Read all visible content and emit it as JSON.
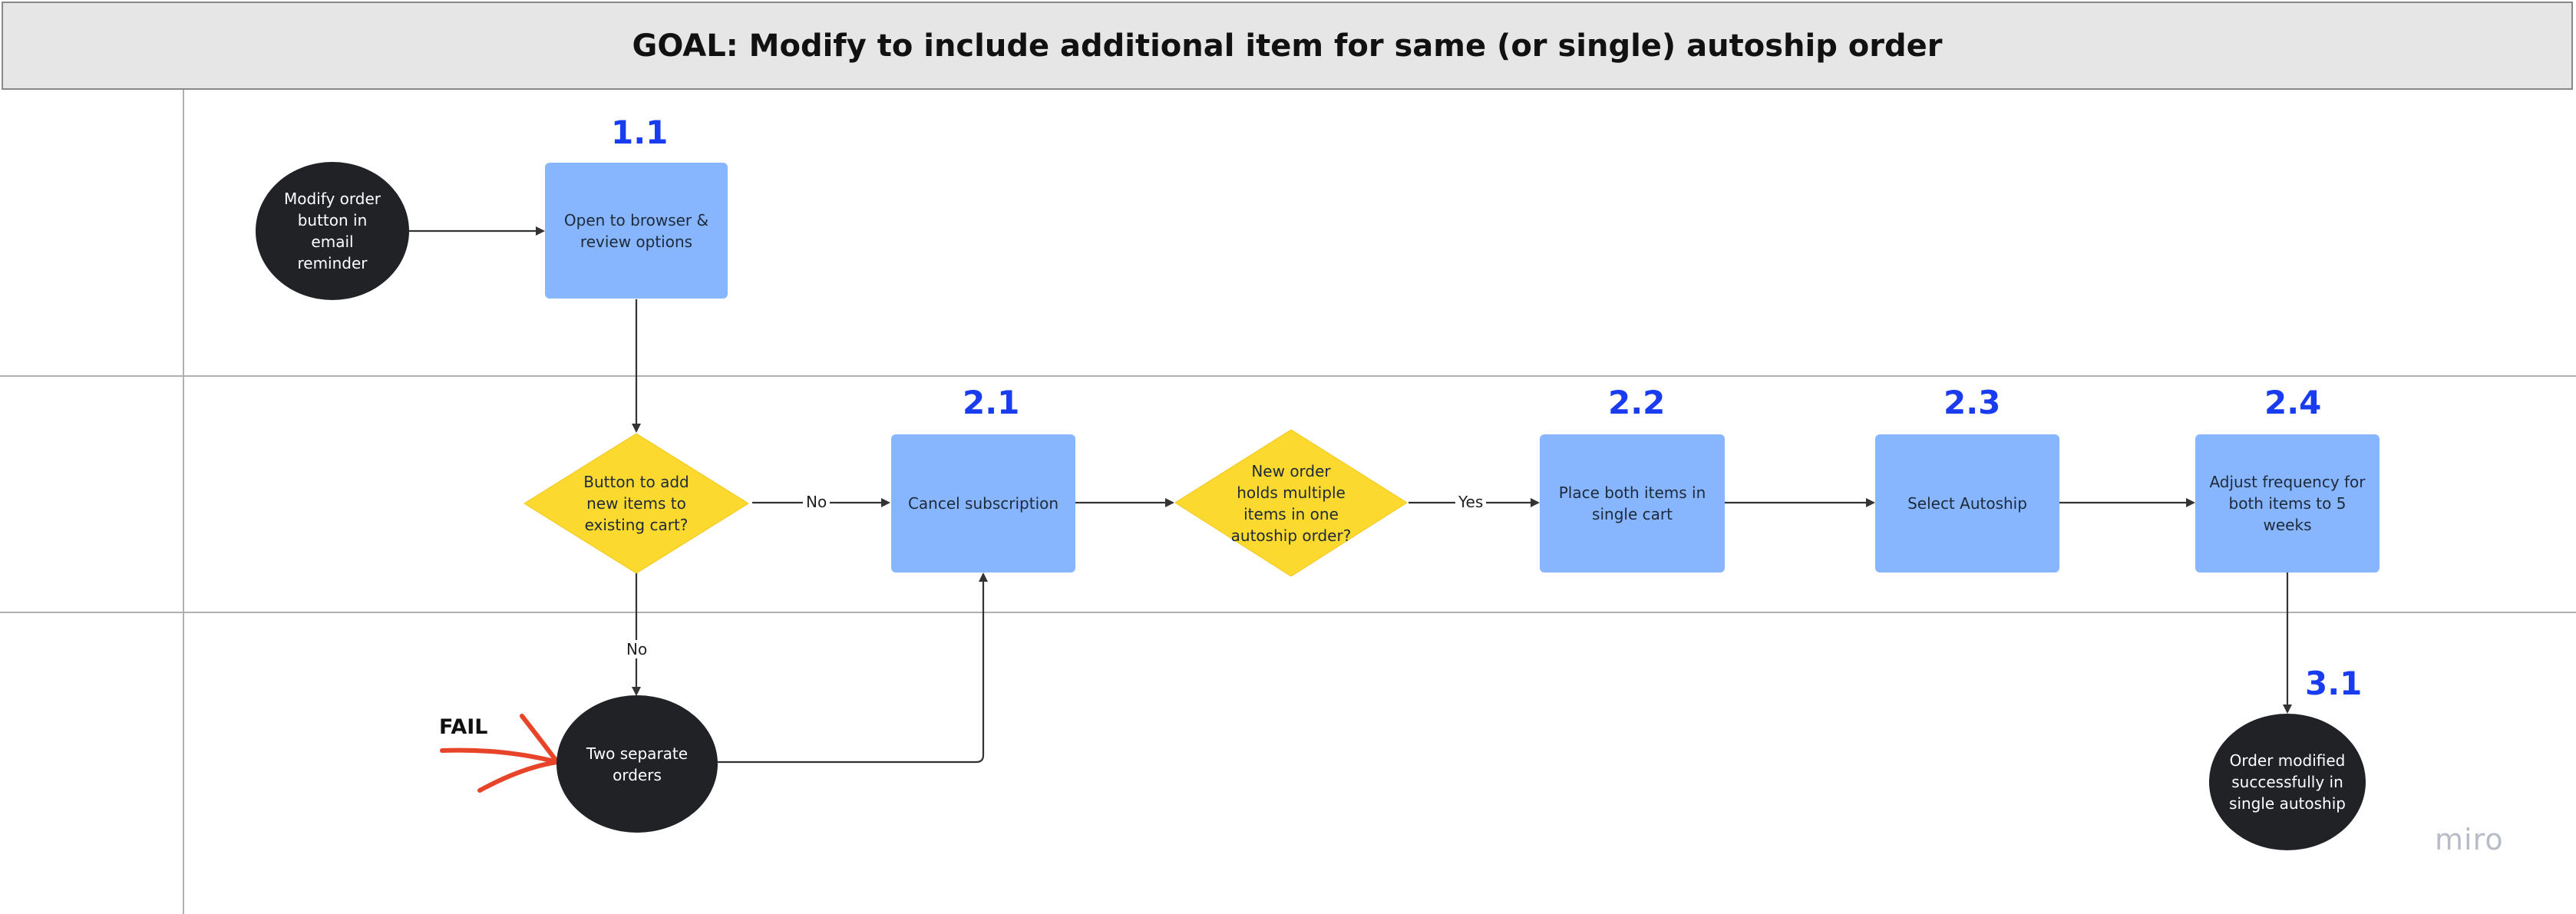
{
  "header": {
    "title": "GOAL: Modify to include additional item for same (or single) autoship order"
  },
  "steps": {
    "s11": "1.1",
    "s21": "2.1",
    "s22": "2.2",
    "s23": "2.3",
    "s24": "2.4",
    "s31": "3.1"
  },
  "nodes": {
    "start": "Modify order button in email reminder",
    "open_browser": "Open to browser & review options",
    "add_button_decision": "Button to add new items to existing cart?",
    "cancel_subscription": "Cancel subscription",
    "multi_items_decision": "New order holds multiple items in one autoship order?",
    "place_both": "Place both items in single cart",
    "select_autoship": "Select Autoship",
    "adjust_frequency": "Adjust frequency for both items to 5 weeks",
    "two_orders": "Two separate orders",
    "success": "Order modified successfully in single autoship"
  },
  "edge_labels": {
    "no_right": "No",
    "no_down": "No",
    "yes": "Yes"
  },
  "fail_label": "FAIL",
  "watermark": "miro",
  "colors": {
    "process": "#87b6ff",
    "decision": "#fcd92e",
    "terminal": "#212226",
    "step_number": "#1a3cf0",
    "fail_mark": "#e8442a"
  }
}
